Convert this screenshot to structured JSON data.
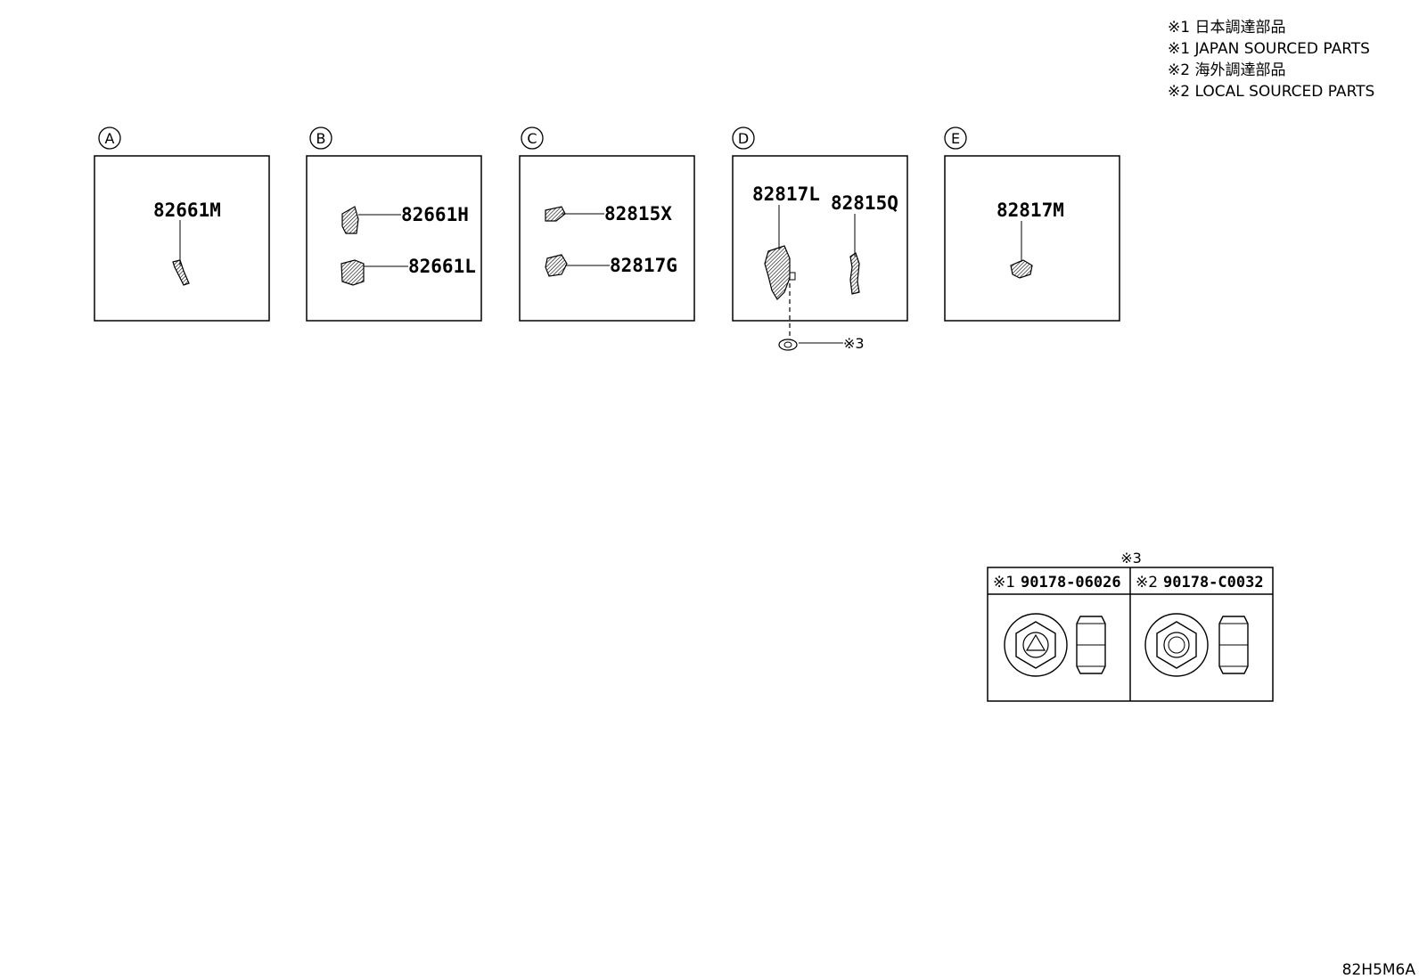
{
  "legend": [
    "※1 日本調達部品",
    "※1 JAPAN SOURCED PARTS",
    "※2 海外調達部品",
    "※2 LOCAL SOURCED PARTS"
  ],
  "panels": [
    {
      "letter": "A",
      "parts": [
        "82661M"
      ]
    },
    {
      "letter": "B",
      "parts": [
        "82661H",
        "82661L"
      ]
    },
    {
      "letter": "C",
      "parts": [
        "82815X",
        "82817G"
      ]
    },
    {
      "letter": "D",
      "parts": [
        "82817L",
        "82815Q"
      ]
    },
    {
      "letter": "E",
      "parts": [
        "82817M"
      ]
    }
  ],
  "fastener_callout": "※3",
  "fastener_table": {
    "header_mark": "※3",
    "columns": [
      {
        "mark": "※1",
        "part": "90178-06026"
      },
      {
        "mark": "※2",
        "part": "90178-C0032"
      }
    ]
  },
  "diagram_code": "82H5M6A"
}
